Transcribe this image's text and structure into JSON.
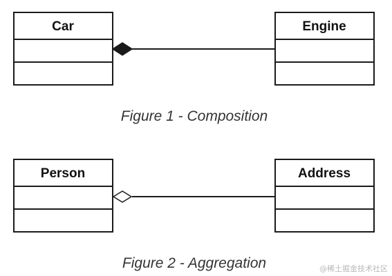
{
  "figure1": {
    "caption": "Figure 1 - Composition",
    "whole_class": "Car",
    "part_class": "Engine",
    "relationship": "composition",
    "marker": "filled-diamond"
  },
  "figure2": {
    "caption": "Figure 2 - Aggregation",
    "whole_class": "Person",
    "part_class": "Address",
    "relationship": "aggregation",
    "marker": "hollow-diamond"
  },
  "watermark": "@稀土掘金技术社区",
  "colors": {
    "line": "#1a1a1a",
    "box_fill": "#ffffff",
    "caption": "#333333",
    "watermark": "#b8b8b8"
  }
}
